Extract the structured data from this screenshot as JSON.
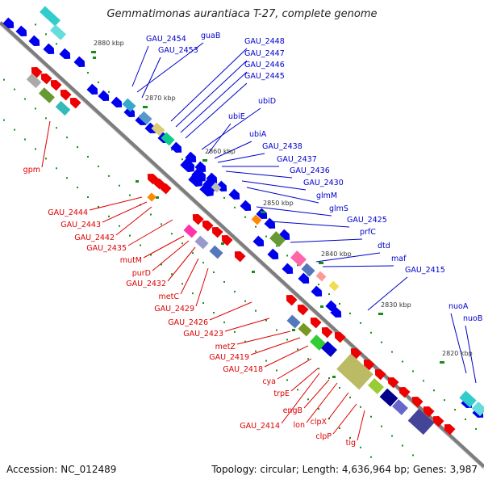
{
  "title": "Gemmatimonas aurantiaca T-27, complete genome",
  "footer": {
    "accession": "Accession: NC_012489",
    "topology": "Topology: circular; Length: 4,636,964 bp; Genes: 3,987"
  },
  "colors": {
    "backbone": "#7a7a7a",
    "forward_strand": "#0000ee",
    "reverse_strand": "#ee0000",
    "gc_dots": "#1a8c1a",
    "forward_label": "#0000cc",
    "reverse_label": "#dd0000"
  },
  "kbp_ticks": [
    "2880 kbp",
    "2870 kbp",
    "2860 kbp",
    "2850 kbp",
    "2840 kbp",
    "2830 kbp",
    "2820 kbp"
  ],
  "forward_labels": [
    "GAU_2454",
    "guaB",
    "GAU_2453",
    "GAU_2448",
    "GAU_2447",
    "GAU_2446",
    "GAU_2445",
    "ubiD",
    "ubiE",
    "ubiA",
    "GAU_2438",
    "GAU_2437",
    "GAU_2436",
    "GAU_2430",
    "glmM",
    "glmS",
    "GAU_2425",
    "prfC",
    "dtd",
    "maf",
    "GAU_2415",
    "nuoA",
    "nuoB"
  ],
  "reverse_labels": [
    "gpm",
    "GAU_2444",
    "GAU_2443",
    "GAU_2442",
    "GAU_2435",
    "mutM",
    "purD",
    "GAU_2432",
    "metC",
    "GAU_2429",
    "GAU_2426",
    "GAU_2423",
    "metZ",
    "GAU_2419",
    "GAU_2418",
    "cya",
    "trpE",
    "engB",
    "lon",
    "clpX",
    "clpP",
    "tig",
    "GAU_2414"
  ]
}
